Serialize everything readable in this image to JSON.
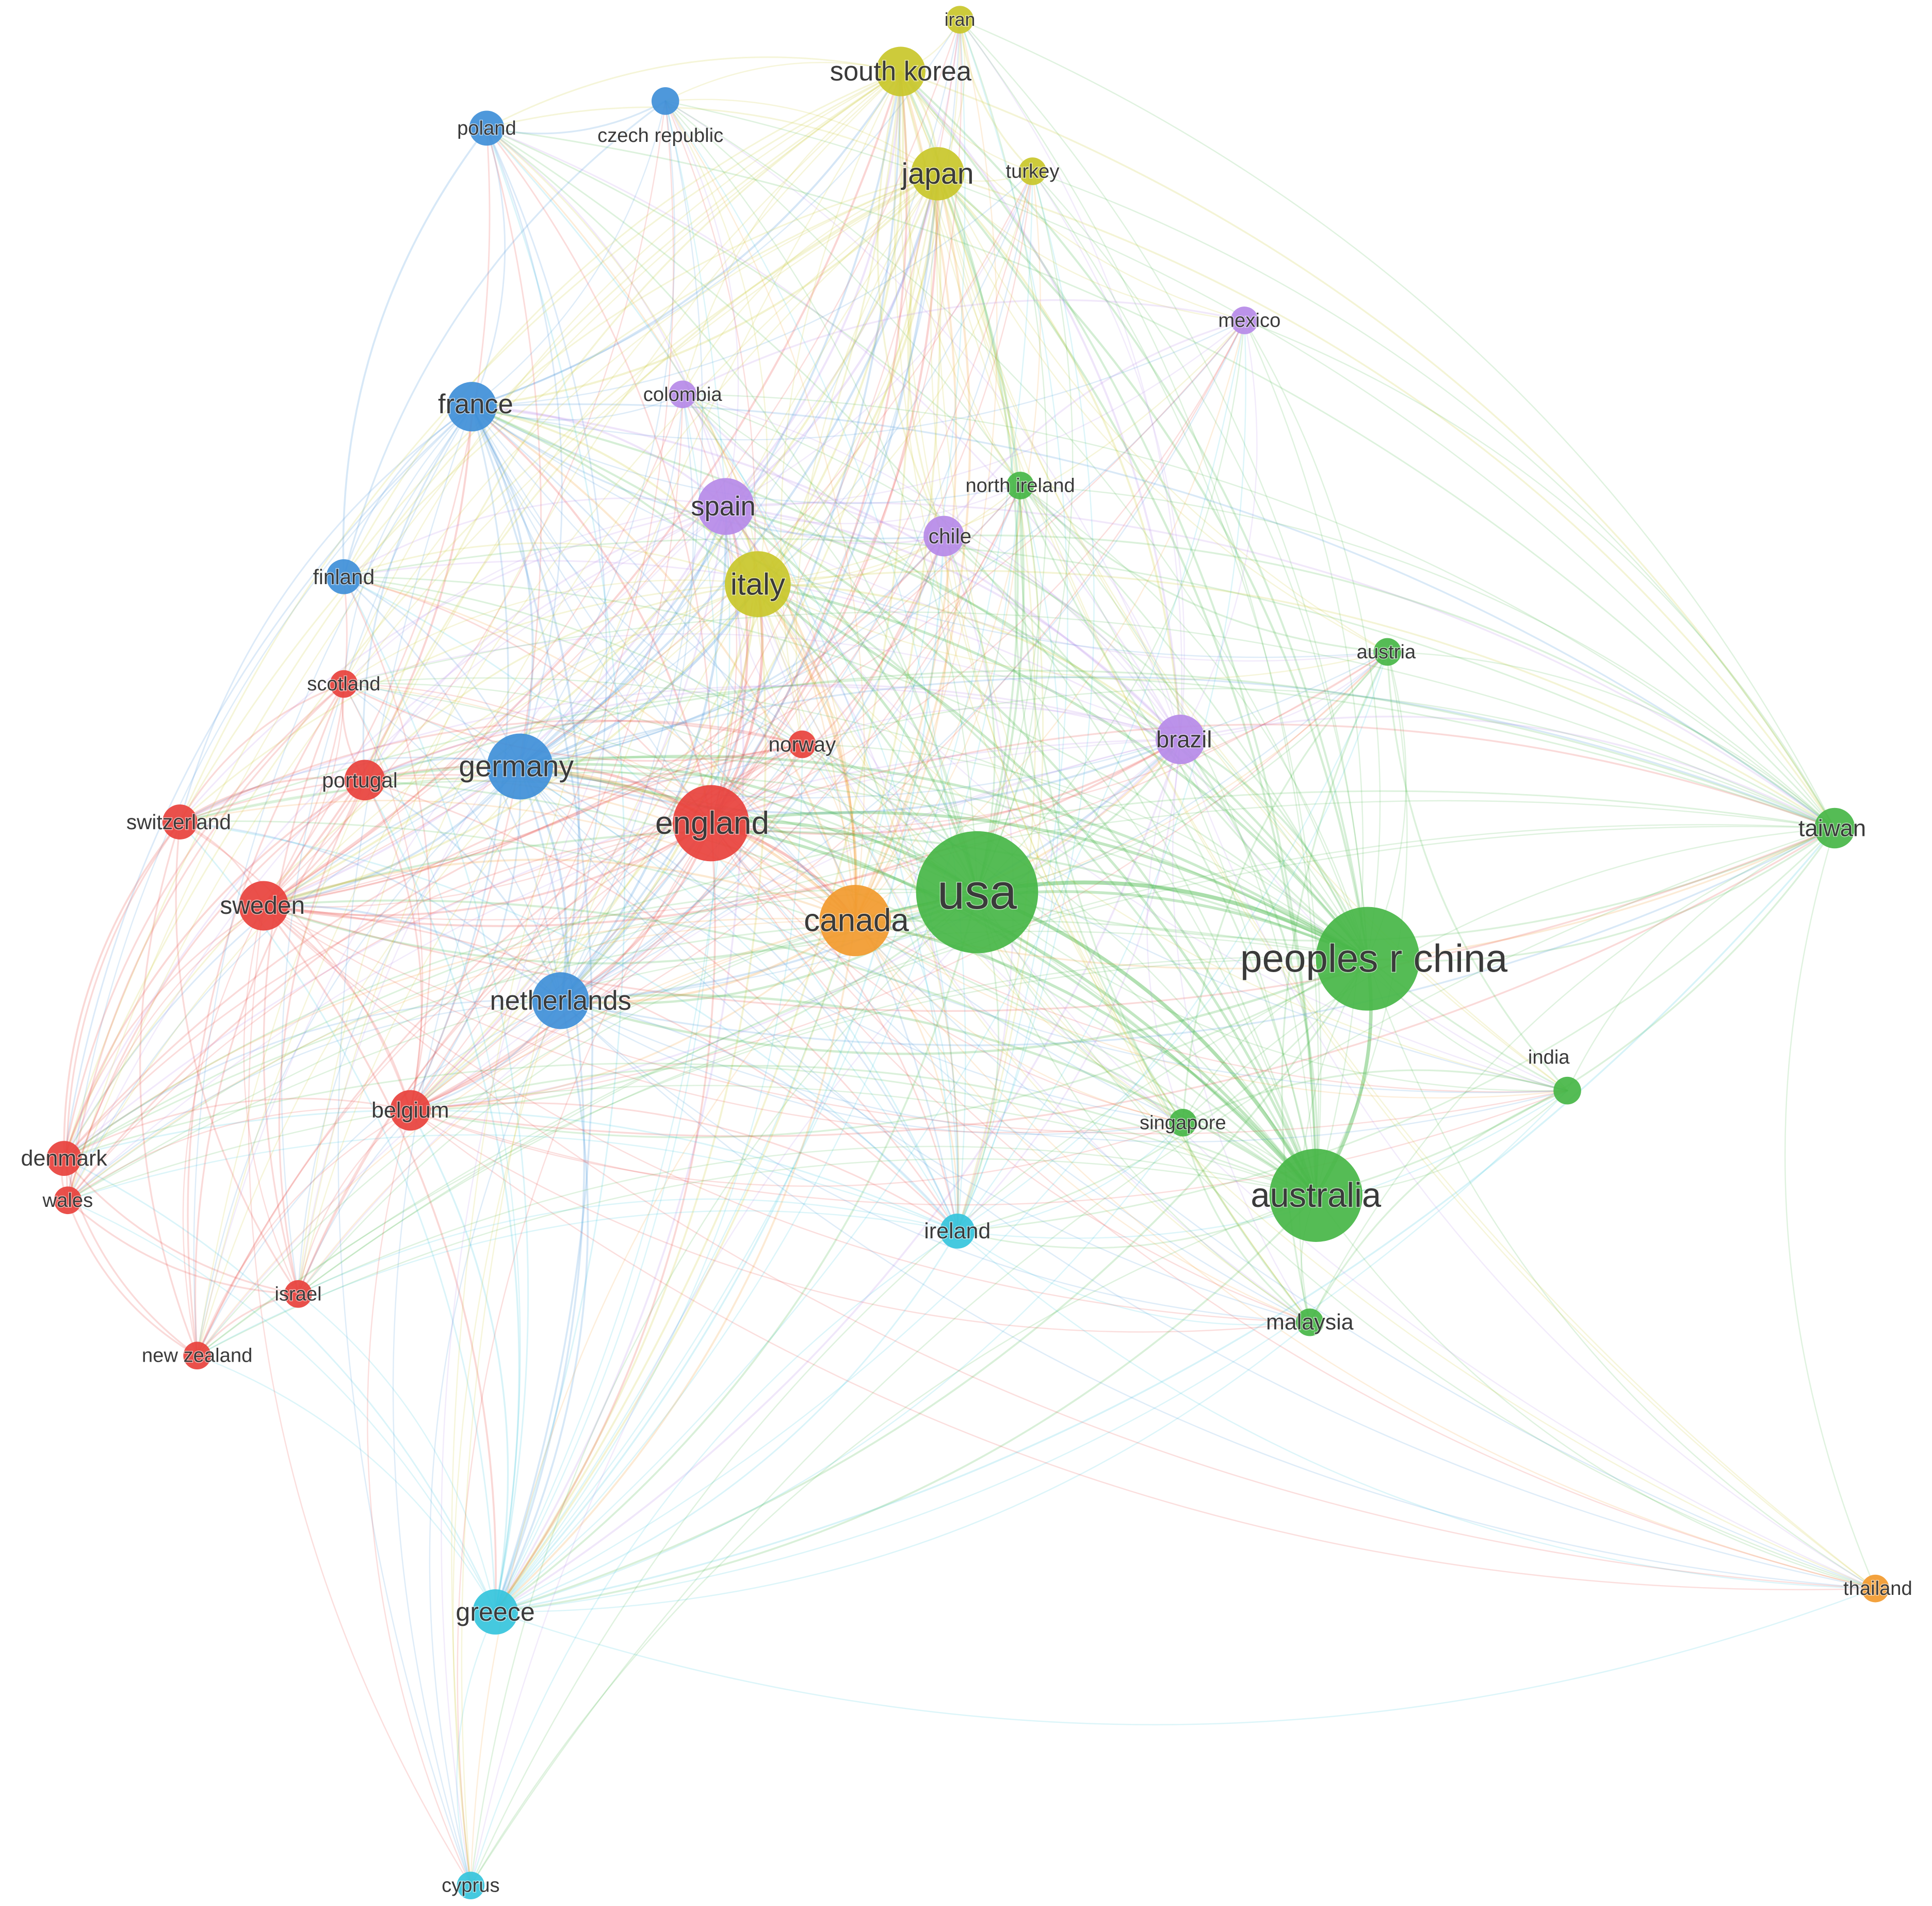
{
  "colors": {
    "red": "#e8413c",
    "blue": "#3f8fd8",
    "yellow": "#c9c72a",
    "purple": "#b68ae8",
    "green": "#46b647",
    "orange": "#f29a2e",
    "cyan": "#35c4dc"
  },
  "nodes": [
    {
      "id": "iran",
      "label": "iran",
      "cluster": "yellow",
      "weight": 1
    },
    {
      "id": "south_korea",
      "label": "south korea",
      "cluster": "yellow",
      "weight": 5
    },
    {
      "id": "poland",
      "label": "poland",
      "cluster": "blue",
      "weight": 2
    },
    {
      "id": "czech_republic",
      "label": "czech republic",
      "cluster": "blue",
      "weight": 1
    },
    {
      "id": "japan",
      "label": "japan",
      "cluster": "yellow",
      "weight": 6
    },
    {
      "id": "turkey",
      "label": "turkey",
      "cluster": "yellow",
      "weight": 1
    },
    {
      "id": "mexico",
      "label": "mexico",
      "cluster": "purple",
      "weight": 1
    },
    {
      "id": "france",
      "label": "france",
      "cluster": "blue",
      "weight": 5
    },
    {
      "id": "colombia",
      "label": "colombia",
      "cluster": "purple",
      "weight": 1
    },
    {
      "id": "north_ireland",
      "label": "north ireland",
      "cluster": "green",
      "weight": 1
    },
    {
      "id": "spain",
      "label": "spain",
      "cluster": "purple",
      "weight": 7
    },
    {
      "id": "chile",
      "label": "chile",
      "cluster": "purple",
      "weight": 3
    },
    {
      "id": "finland",
      "label": "finland",
      "cluster": "blue",
      "weight": 2
    },
    {
      "id": "italy",
      "label": "italy",
      "cluster": "yellow",
      "weight": 10
    },
    {
      "id": "austria",
      "label": "austria",
      "cluster": "green",
      "weight": 1
    },
    {
      "id": "scotland",
      "label": "scotland",
      "cluster": "red",
      "weight": 1
    },
    {
      "id": "norway",
      "label": "norway",
      "cluster": "red",
      "weight": 1
    },
    {
      "id": "brazil",
      "label": "brazil",
      "cluster": "purple",
      "weight": 5
    },
    {
      "id": "germany",
      "label": "germany",
      "cluster": "blue",
      "weight": 10
    },
    {
      "id": "portugal",
      "label": "portugal",
      "cluster": "red",
      "weight": 3
    },
    {
      "id": "switzerland",
      "label": "switzerland",
      "cluster": "red",
      "weight": 2
    },
    {
      "id": "england",
      "label": "england",
      "cluster": "red",
      "weight": 14
    },
    {
      "id": "taiwan",
      "label": "taiwan",
      "cluster": "green",
      "weight": 3
    },
    {
      "id": "usa",
      "label": "usa",
      "cluster": "green",
      "weight": 40
    },
    {
      "id": "sweden",
      "label": "sweden",
      "cluster": "red",
      "weight": 5
    },
    {
      "id": "canada",
      "label": "canada",
      "cluster": "orange",
      "weight": 12
    },
    {
      "id": "peoples_r_china",
      "label": "peoples r china",
      "cluster": "green",
      "weight": 28
    },
    {
      "id": "netherlands",
      "label": "netherlands",
      "cluster": "blue",
      "weight": 7
    },
    {
      "id": "india",
      "label": "india",
      "cluster": "green",
      "weight": 1
    },
    {
      "id": "belgium",
      "label": "belgium",
      "cluster": "red",
      "weight": 3
    },
    {
      "id": "singapore",
      "label": "singapore",
      "cluster": "green",
      "weight": 1
    },
    {
      "id": "denmark",
      "label": "denmark",
      "cluster": "red",
      "weight": 2
    },
    {
      "id": "wales",
      "label": "wales",
      "cluster": "red",
      "weight": 1
    },
    {
      "id": "australia",
      "label": "australia",
      "cluster": "green",
      "weight": 22
    },
    {
      "id": "ireland",
      "label": "ireland",
      "cluster": "cyan",
      "weight": 2
    },
    {
      "id": "israel",
      "label": "israel",
      "cluster": "red",
      "weight": 1
    },
    {
      "id": "malaysia",
      "label": "malaysia",
      "cluster": "green",
      "weight": 1
    },
    {
      "id": "new_zealand",
      "label": "new zealand",
      "cluster": "red",
      "weight": 1
    },
    {
      "id": "greece",
      "label": "greece",
      "cluster": "cyan",
      "weight": 4
    },
    {
      "id": "thailand",
      "label": "thailand",
      "cluster": "orange",
      "weight": 1
    },
    {
      "id": "cyprus",
      "label": "cyprus",
      "cluster": "cyan",
      "weight": 1
    }
  ]
}
